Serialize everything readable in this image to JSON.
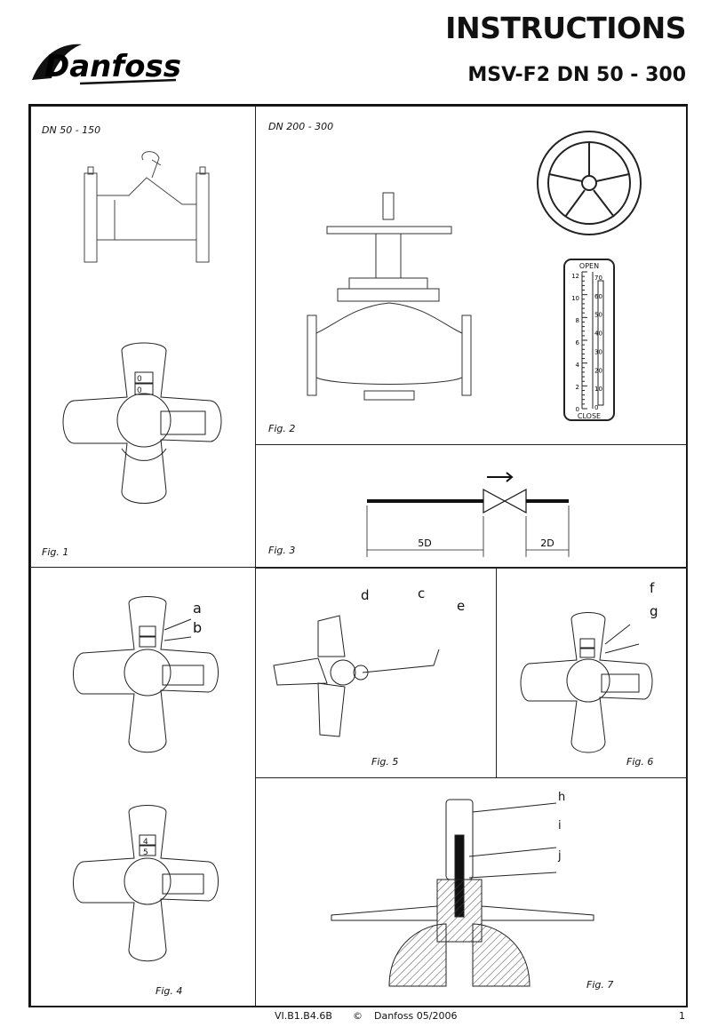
{
  "header": {
    "brand": "Danfoss",
    "title": "INSTRUCTIONS",
    "subtitle": "MSV-F2 DN 50 - 300"
  },
  "panels": {
    "p1": {
      "label": "DN 50 - 150",
      "caption": "Fig. 1"
    },
    "p2": {
      "label": "DN 200 - 300",
      "caption": "Fig. 2",
      "scale_top": "OPEN",
      "scale_bottom": "CLOSE",
      "scale_left": [
        "12",
        "10",
        "8",
        "6",
        "4",
        "2",
        "0"
      ],
      "scale_right": [
        "70",
        "60",
        "50",
        "40",
        "30",
        "20",
        "10",
        "0"
      ]
    },
    "p3": {
      "caption": "Fig. 3",
      "dim_upstream": "5D",
      "dim_downstream": "2D"
    },
    "p4": {
      "caption": "Fig. 4",
      "callouts": [
        "a",
        "b"
      ],
      "counter_top": "4",
      "counter_bottom": "5"
    },
    "p5": {
      "caption": "Fig. 5",
      "callouts": [
        "d",
        "c",
        "e"
      ]
    },
    "p6": {
      "caption": "Fig. 6",
      "callouts": [
        "f",
        "g"
      ]
    },
    "p7": {
      "caption": "Fig. 7",
      "callouts": [
        "h",
        "i",
        "j"
      ]
    }
  },
  "footer": {
    "doc_code": "VI.B1.B4.6B",
    "copyright": "©",
    "edition": "Danfoss 05/2006",
    "page": "1"
  },
  "icons": [
    "danfoss-logo",
    "handwheel-icon",
    "valve-symbol-icon",
    "flow-arrow-icon"
  ]
}
